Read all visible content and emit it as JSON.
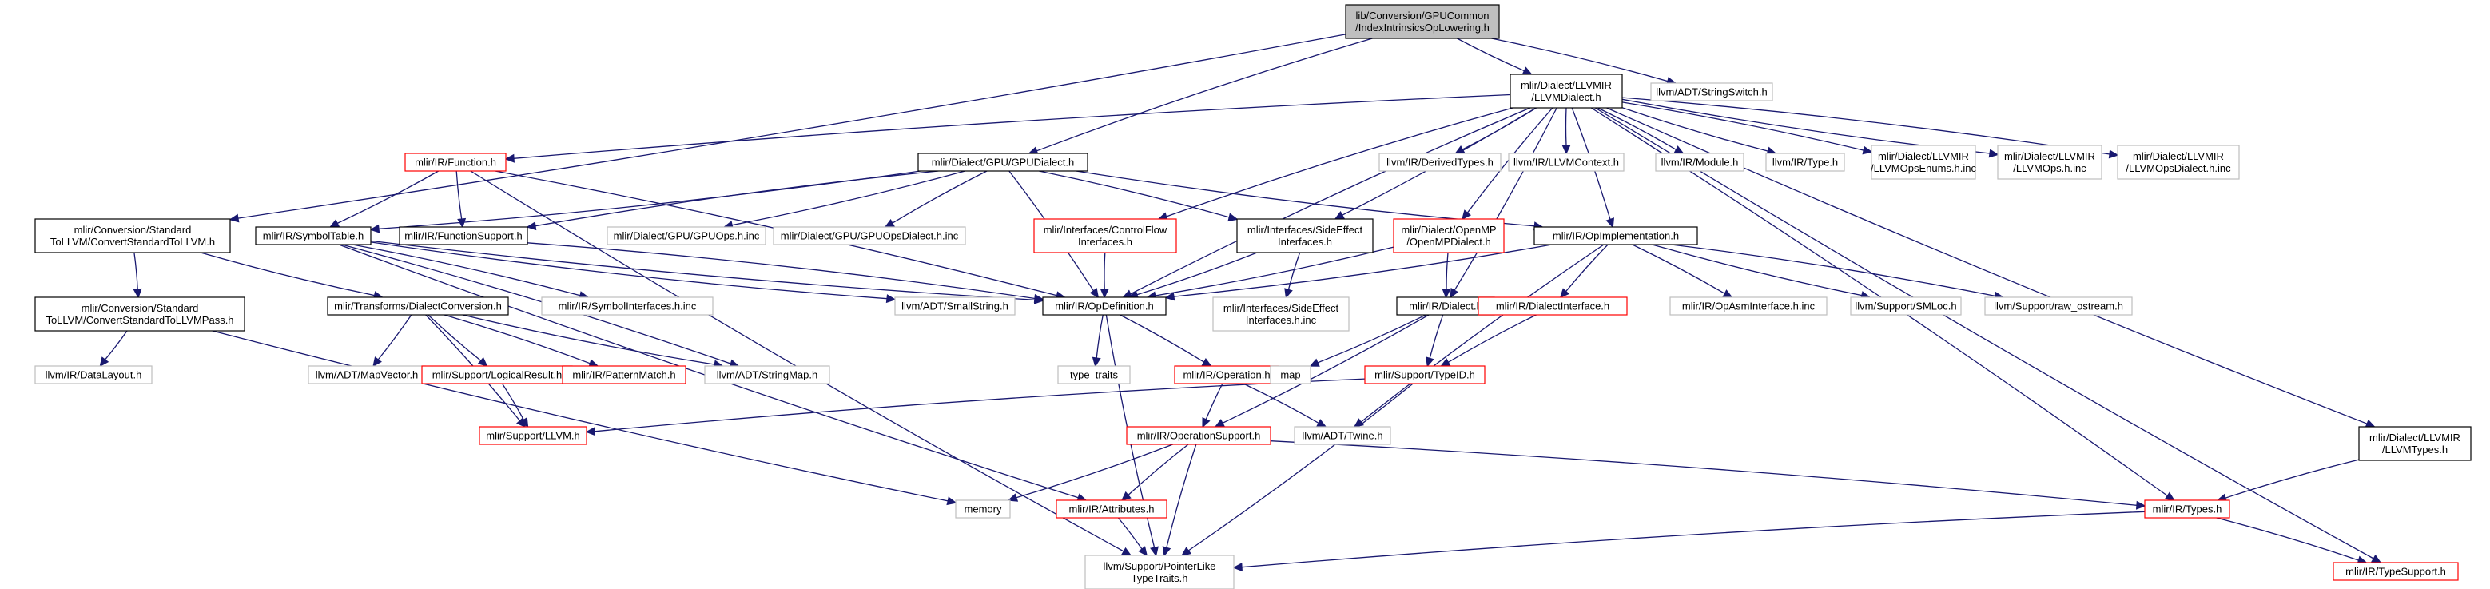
{
  "colors": {
    "edge": "#191970",
    "edge_alt": "#a9a9a9",
    "root_fill": "#bfbfbf",
    "linked_border": "#000000",
    "undocumented_border": "#ff0000",
    "external_border": "#bfbfbf",
    "label": "#000000"
  },
  "nodes": [
    {
      "id": "root",
      "lines": [
        "lib/Conversion/GPUCommon",
        "/IndexIntrinsicsOpLowering.h"
      ],
      "kind": "root"
    },
    {
      "id": "llvmdialect",
      "lines": [
        "mlir/Dialect/LLVMIR",
        "/LLVMDialect.h"
      ],
      "kind": "linked"
    },
    {
      "id": "stringswitch",
      "lines": [
        "llvm/ADT/StringSwitch.h"
      ],
      "kind": "external"
    },
    {
      "id": "function",
      "lines": [
        "mlir/IR/Function.h"
      ],
      "kind": "undocumented"
    },
    {
      "id": "gpudialect",
      "lines": [
        "mlir/Dialect/GPU/GPUDialect.h"
      ],
      "kind": "linked"
    },
    {
      "id": "derivedtypes",
      "lines": [
        "llvm/IR/DerivedTypes.h"
      ],
      "kind": "external"
    },
    {
      "id": "llvmcontext",
      "lines": [
        "llvm/IR/LLVMContext.h"
      ],
      "kind": "external"
    },
    {
      "id": "module",
      "lines": [
        "llvm/IR/Module.h"
      ],
      "kind": "external"
    },
    {
      "id": "llvmtype",
      "lines": [
        "llvm/IR/Type.h"
      ],
      "kind": "external"
    },
    {
      "id": "llvmopsenums",
      "lines": [
        "mlir/Dialect/LLVMIR",
        "/LLVMOpsEnums.h.inc"
      ],
      "kind": "external"
    },
    {
      "id": "llvmopsinc",
      "lines": [
        "mlir/Dialect/LLVMIR",
        "/LLVMOps.h.inc"
      ],
      "kind": "external"
    },
    {
      "id": "llvmopsdialect",
      "lines": [
        "mlir/Dialect/LLVMIR",
        "/LLVMOpsDialect.h.inc"
      ],
      "kind": "external"
    },
    {
      "id": "convstd",
      "lines": [
        "mlir/Conversion/Standard",
        "ToLLVM/ConvertStandardToLLVM.h"
      ],
      "kind": "linked"
    },
    {
      "id": "symboltable",
      "lines": [
        "mlir/IR/SymbolTable.h"
      ],
      "kind": "linked"
    },
    {
      "id": "functionsupport",
      "lines": [
        "mlir/IR/FunctionSupport.h"
      ],
      "kind": "linked"
    },
    {
      "id": "gpuopsinc",
      "lines": [
        "mlir/Dialect/GPU/GPUOps.h.inc"
      ],
      "kind": "external"
    },
    {
      "id": "gpuopsdialect",
      "lines": [
        "mlir/Dialect/GPU/GPUOpsDialect.h.inc"
      ],
      "kind": "external"
    },
    {
      "id": "controlflow",
      "lines": [
        "mlir/Interfaces/ControlFlow",
        "Interfaces.h"
      ],
      "kind": "undocumented"
    },
    {
      "id": "sideeffect",
      "lines": [
        "mlir/Interfaces/SideEffect",
        "Interfaces.h"
      ],
      "kind": "linked"
    },
    {
      "id": "openmp",
      "lines": [
        "mlir/Dialect/OpenMP",
        "/OpenMPDialect.h"
      ],
      "kind": "undocumented"
    },
    {
      "id": "opimpl",
      "lines": [
        "mlir/IR/OpImplementation.h"
      ],
      "kind": "linked"
    },
    {
      "id": "convstdpass",
      "lines": [
        "mlir/Conversion/Standard",
        "ToLLVM/ConvertStandardToLLVMPass.h"
      ],
      "kind": "linked"
    },
    {
      "id": "dialectconv",
      "lines": [
        "mlir/Transforms/DialectConversion.h"
      ],
      "kind": "linked"
    },
    {
      "id": "symbolinterfaces",
      "lines": [
        "mlir/IR/SymbolInterfaces.h.inc"
      ],
      "kind": "external"
    },
    {
      "id": "smallstring",
      "lines": [
        "llvm/ADT/SmallString.h"
      ],
      "kind": "external"
    },
    {
      "id": "opdefinition",
      "lines": [
        "mlir/IR/OpDefinition.h"
      ],
      "kind": "linked"
    },
    {
      "id": "sideeffectinc",
      "lines": [
        "mlir/Interfaces/SideEffect",
        "Interfaces.h.inc"
      ],
      "kind": "external"
    },
    {
      "id": "dialect",
      "lines": [
        "mlir/IR/Dialect.h"
      ],
      "kind": "linked"
    },
    {
      "id": "dialectinterface",
      "lines": [
        "mlir/IR/DialectInterface.h"
      ],
      "kind": "undocumented"
    },
    {
      "id": "opasminc",
      "lines": [
        "mlir/IR/OpAsmInterface.h.inc"
      ],
      "kind": "external"
    },
    {
      "id": "smloc",
      "lines": [
        "llvm/Support/SMLoc.h"
      ],
      "kind": "external"
    },
    {
      "id": "rawostream",
      "lines": [
        "llvm/Support/raw_ostream.h"
      ],
      "kind": "external"
    },
    {
      "id": "datalayout",
      "lines": [
        "llvm/IR/DataLayout.h"
      ],
      "kind": "external"
    },
    {
      "id": "mapvector",
      "lines": [
        "llvm/ADT/MapVector.h"
      ],
      "kind": "external"
    },
    {
      "id": "logicalresult",
      "lines": [
        "mlir/Support/LogicalResult.h"
      ],
      "kind": "undocumented"
    },
    {
      "id": "patternmatch",
      "lines": [
        "mlir/IR/PatternMatch.h"
      ],
      "kind": "undocumented"
    },
    {
      "id": "stringmap",
      "lines": [
        "llvm/ADT/StringMap.h"
      ],
      "kind": "external"
    },
    {
      "id": "typetraits",
      "lines": [
        "type_traits"
      ],
      "kind": "external"
    },
    {
      "id": "operation",
      "lines": [
        "mlir/IR/Operation.h"
      ],
      "kind": "undocumented"
    },
    {
      "id": "map",
      "lines": [
        "map"
      ],
      "kind": "external"
    },
    {
      "id": "typeid",
      "lines": [
        "mlir/Support/TypeID.h"
      ],
      "kind": "undocumented"
    },
    {
      "id": "llvmtypes",
      "lines": [
        "mlir/Dialect/LLVMIR",
        "/LLVMTypes.h"
      ],
      "kind": "linked"
    },
    {
      "id": "supportllvm",
      "lines": [
        "mlir/Support/LLVM.h"
      ],
      "kind": "undocumented"
    },
    {
      "id": "operationsupport",
      "lines": [
        "mlir/IR/OperationSupport.h"
      ],
      "kind": "undocumented"
    },
    {
      "id": "twine",
      "lines": [
        "llvm/ADT/Twine.h"
      ],
      "kind": "external"
    },
    {
      "id": "memory",
      "lines": [
        "memory"
      ],
      "kind": "external"
    },
    {
      "id": "attributes",
      "lines": [
        "mlir/IR/Attributes.h"
      ],
      "kind": "undocumented"
    },
    {
      "id": "irtypes",
      "lines": [
        "mlir/IR/Types.h"
      ],
      "kind": "undocumented"
    },
    {
      "id": "pointerlike",
      "lines": [
        "llvm/Support/PointerLike",
        "TypeTraits.h"
      ],
      "kind": "external"
    },
    {
      "id": "typesupport",
      "lines": [
        "mlir/IR/TypeSupport.h"
      ],
      "kind": "undocumented"
    }
  ],
  "edges": [
    [
      "root",
      "llvmdialect"
    ],
    [
      "root",
      "stringswitch"
    ],
    [
      "root",
      "gpudialect"
    ],
    [
      "root",
      "convstd"
    ],
    [
      "llvmdialect",
      "function"
    ],
    [
      "llvmdialect",
      "derivedtypes"
    ],
    [
      "llvmdialect",
      "llvmcontext"
    ],
    [
      "llvmdialect",
      "module"
    ],
    [
      "llvmdialect",
      "llvmtype"
    ],
    [
      "llvmdialect",
      "llvmopsenums"
    ],
    [
      "llvmdialect",
      "llvmopsinc"
    ],
    [
      "llvmdialect",
      "llvmopsdialect"
    ],
    [
      "llvmdialect",
      "controlflow"
    ],
    [
      "llvmdialect",
      "sideeffect"
    ],
    [
      "llvmdialect",
      "openmp"
    ],
    [
      "llvmdialect",
      "opimpl"
    ],
    [
      "llvmdialect",
      "opdefinition"
    ],
    [
      "llvmdialect",
      "dialect"
    ],
    [
      "llvmdialect",
      "llvmtypes"
    ],
    [
      "llvmdialect",
      "irtypes"
    ],
    [
      "llvmdialect",
      "typesupport"
    ],
    [
      "function",
      "symboltable"
    ],
    [
      "function",
      "functionsupport"
    ],
    [
      "function",
      "opdefinition"
    ],
    [
      "function",
      "pointerlike"
    ],
    [
      "gpudialect",
      "symboltable"
    ],
    [
      "gpudialect",
      "functionsupport"
    ],
    [
      "gpudialect",
      "gpuopsinc"
    ],
    [
      "gpudialect",
      "gpuopsdialect"
    ],
    [
      "gpudialect",
      "sideeffect"
    ],
    [
      "gpudialect",
      "opimpl"
    ],
    [
      "gpudialect",
      "opdefinition"
    ],
    [
      "convstd",
      "dialectconv"
    ],
    [
      "convstd",
      "convstdpass"
    ],
    [
      "symboltable",
      "opdefinition"
    ],
    [
      "symboltable",
      "symbolinterfaces"
    ],
    [
      "symboltable",
      "smallstring"
    ],
    [
      "symboltable",
      "stringmap"
    ],
    [
      "symboltable",
      "attributes"
    ],
    [
      "functionsupport",
      "opdefinition"
    ],
    [
      "controlflow",
      "opdefinition"
    ],
    [
      "sideeffect",
      "opdefinition"
    ],
    [
      "sideeffect",
      "sideeffectinc"
    ],
    [
      "openmp",
      "opdefinition"
    ],
    [
      "openmp",
      "dialect"
    ],
    [
      "opimpl",
      "opdefinition"
    ],
    [
      "opimpl",
      "dialectinterface"
    ],
    [
      "opimpl",
      "opasminc"
    ],
    [
      "opimpl",
      "smloc"
    ],
    [
      "opimpl",
      "rawostream"
    ],
    [
      "opimpl",
      "twine"
    ],
    [
      "convstdpass",
      "datalayout"
    ],
    [
      "convstdpass",
      "memory"
    ],
    [
      "dialectconv",
      "mapvector"
    ],
    [
      "dialectconv",
      "logicalresult"
    ],
    [
      "dialectconv",
      "patternmatch"
    ],
    [
      "dialectconv",
      "stringmap"
    ],
    [
      "dialectconv",
      "supportllvm"
    ],
    [
      "opdefinition",
      "typetraits"
    ],
    [
      "opdefinition",
      "operation"
    ],
    [
      "opdefinition",
      "pointerlike"
    ],
    [
      "dialect",
      "map"
    ],
    [
      "dialect",
      "typeid"
    ],
    [
      "dialect",
      "operationsupport"
    ],
    [
      "dialectinterface",
      "typeid"
    ],
    [
      "logicalresult",
      "supportllvm"
    ],
    [
      "operation",
      "operationsupport"
    ],
    [
      "operation",
      "twine"
    ],
    [
      "typeid",
      "supportllvm"
    ],
    [
      "typeid",
      "pointerlike"
    ],
    [
      "llvmtypes",
      "irtypes"
    ],
    [
      "operationsupport",
      "memory"
    ],
    [
      "operationsupport",
      "attributes"
    ],
    [
      "operationsupport",
      "irtypes"
    ],
    [
      "operationsupport",
      "pointerlike"
    ],
    [
      "attributes",
      "pointerlike"
    ],
    [
      "irtypes",
      "pointerlike"
    ],
    [
      "irtypes",
      "typesupport"
    ]
  ]
}
